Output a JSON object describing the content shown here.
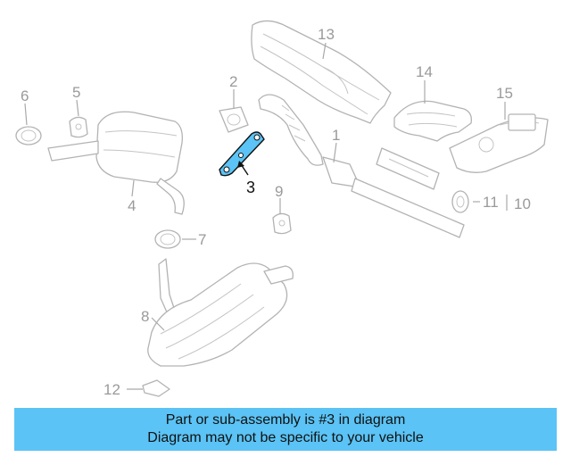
{
  "colors": {
    "highlight": "#5bc3f5",
    "banner_bg": "#5bc3f5",
    "line_gray": "#b3b3b3",
    "label_gray": "#9a9a9a"
  },
  "callouts": {
    "c1": "1",
    "c2": "2",
    "c3": "3",
    "c4": "4",
    "c5": "5",
    "c6": "6",
    "c7": "7",
    "c8": "8",
    "c9": "9",
    "c10": "10",
    "c11": "11",
    "c12": "12",
    "c13": "13",
    "c14": "14",
    "c15": "15"
  },
  "highlighted_part": "3",
  "banner": {
    "line1": "Part or sub-assembly is #3 in diagram",
    "line2": "Diagram may not be specific to your vehicle"
  }
}
